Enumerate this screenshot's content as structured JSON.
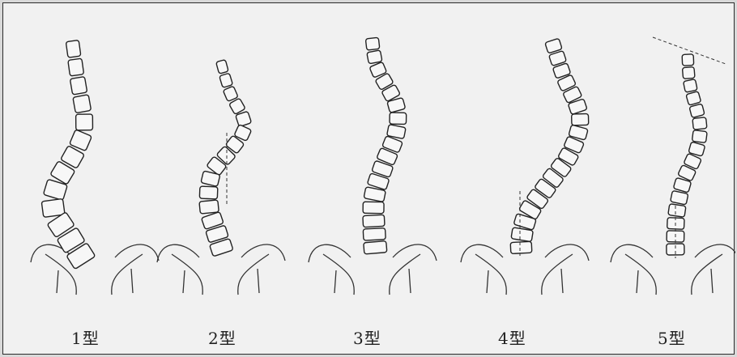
{
  "figure": {
    "types": [
      {
        "label": "1型"
      },
      {
        "label": "2型"
      },
      {
        "label": "3型"
      },
      {
        "label": "4型"
      },
      {
        "label": "5型"
      }
    ]
  }
}
